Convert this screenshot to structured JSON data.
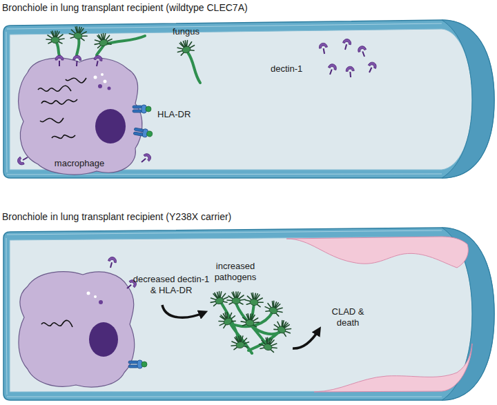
{
  "diagram": {
    "nodes": [
      {
        "text": [
          "Bronchiole in lung transplant recipient (wildtype CLEC7A)"
        ]
      },
      {
        "text": [
          "macrophage"
        ],
        "in": 0
      },
      {
        "text": [
          "Bronchiole in lung transplant recipient (Y238X carrier)"
        ]
      }
    ],
    "labels": [
      "fungus",
      "dectin-1",
      "HLA-DR",
      "decreased dectin-1 & HLA-DR",
      "increased pathogens",
      "CLAD & death"
    ]
  }
}
